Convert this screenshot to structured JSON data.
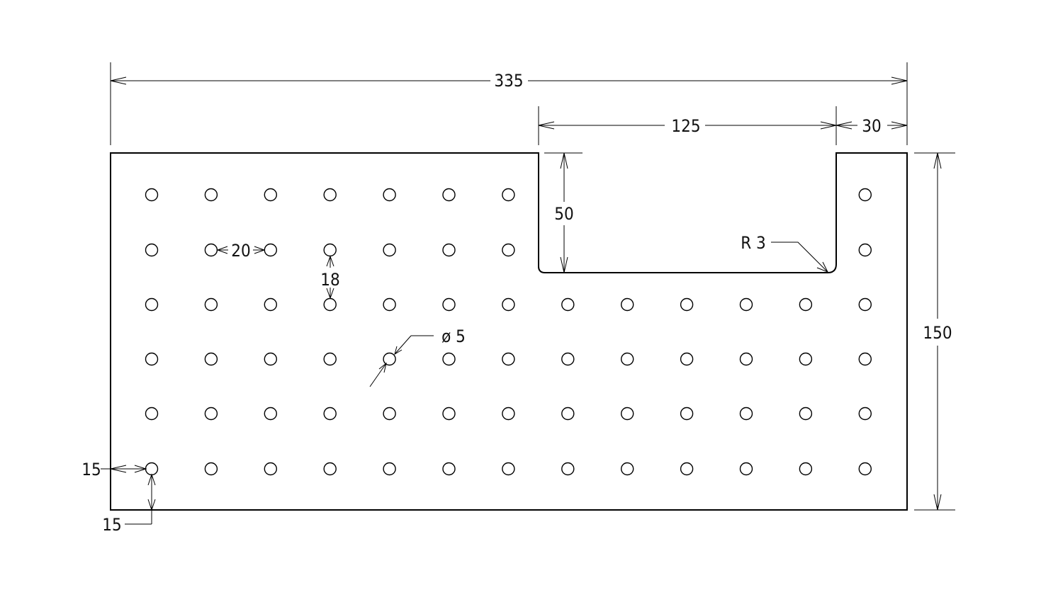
{
  "colors": {
    "line": "#000000",
    "background": "#ffffff"
  },
  "dimensions": {
    "overall_width": "335",
    "notch_width": "125",
    "right_margin": "30",
    "notch_depth": "50",
    "overall_height": "150",
    "corner_radius": "R 3",
    "hole_pitch_x": "20",
    "hole_pitch_y": "18",
    "hole_diameter": "ø 5",
    "edge_offset_x": "15",
    "edge_offset_y": "15"
  },
  "hole_grid": {
    "columns": 13,
    "rows": 6,
    "notch_blocked_columns": 5,
    "notch_blocked_rows": 2
  }
}
